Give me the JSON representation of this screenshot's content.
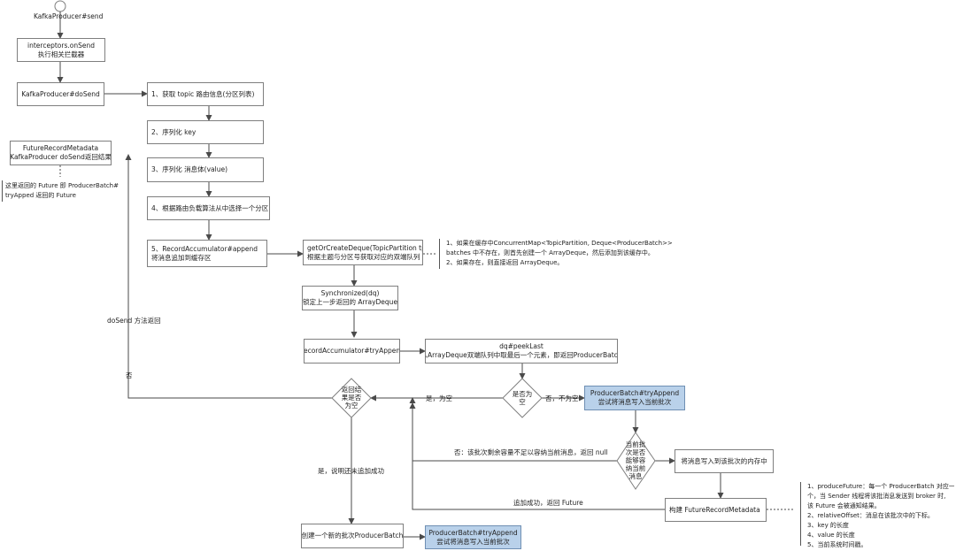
{
  "start": {
    "label": "KafkaProducer#send"
  },
  "boxes": {
    "interceptors": [
      "interceptors.onSend",
      "执行相关拦截器"
    ],
    "do_send": [
      "KafkaProducer#doSend"
    ],
    "step1": [
      "1、获取 topic 路由信息(分区列表)"
    ],
    "step2": [
      "2、序列化 key"
    ],
    "step3": [
      "3、序列化 消息体(value)"
    ],
    "step4": [
      "4、根据路由负载算法从中选择一个分区"
    ],
    "step5": [
      "5、RecordAccumulator#append",
      "将消息追加到缓存区"
    ],
    "get_or_create": [
      "getOrCreateDeque(TopicPartition tp)",
      "根据主题与分区号获取对应的双端队列"
    ],
    "synchronized": [
      "Synchronized(dq)",
      "锁定上一步返回的 ArrayDeque"
    ],
    "try_append": [
      "RecordAccumulator#tryAppend"
    ],
    "peek_last": [
      "dq#peekLast",
      "从ArrayDeque双端队列中取最后一个元素，即返回ProducerBatch"
    ],
    "batch_try_append_top": [
      "ProducerBatch#tryAppend",
      "尝试将消息写入当前批次"
    ],
    "write_memory": [
      "将消息写入到该批次的内存中"
    ],
    "build_future": [
      "构建 FutureRecordMetadata"
    ],
    "create_batch": [
      "创建一个新的批次ProducerBatch"
    ],
    "batch_try_append_bottom": [
      "ProducerBatch#tryAppend",
      "尝试将消息写入当前批次"
    ],
    "future_result": [
      "FutureRecordMetadata",
      "KafkaProducer doSend返回结果"
    ]
  },
  "diamonds": {
    "is_null": [
      "是否为",
      "空"
    ],
    "result_null": [
      "返回结",
      "果是否",
      "为空"
    ],
    "capacity": [
      "当前批",
      "次是否",
      "能够容",
      "纳当前",
      "消息"
    ]
  },
  "labels": {
    "yes_null": "是，为空",
    "no_not_null": "否，不为空",
    "no_capacity": "否：该批次剩余容量不足以容纳当前消息，返回 null",
    "append_success": "追加成功，返回 Future",
    "yes_not_success": "是，说明还未追加成功",
    "do_send_return": "doSend 方法返回",
    "no": "否"
  },
  "notes": {
    "future_note": [
      "这里返回的 Future 即 ProducerBatch#",
      "tryApped 返回的 Future"
    ],
    "deque_note": [
      "1、如果在缓存中ConcurrentMap<TopicPartition, Deque<ProducerBatch>>",
      "batches 中不存在，则首先创建一个 ArrayDeque，然后添加到该缓存中。",
      "2、如果存在，则直接返回 ArrayDeque。"
    ],
    "future_fields": [
      "1、produceFuture：每一个 ProducerBatch 对应一",
      "个，当 Sender 线程将该批消息发送到 broker 时,",
      "该 Future 会被通知结果。",
      "2、relativeOffset：消息在该批次中的下标。",
      "3、key 的长度",
      "4、value 的长度",
      "5、当前系统时间戳。"
    ]
  },
  "colors": {
    "line": "#4a4a4a",
    "box_border": "#7f7f7f",
    "blue_fill": "#b9d1ea"
  }
}
